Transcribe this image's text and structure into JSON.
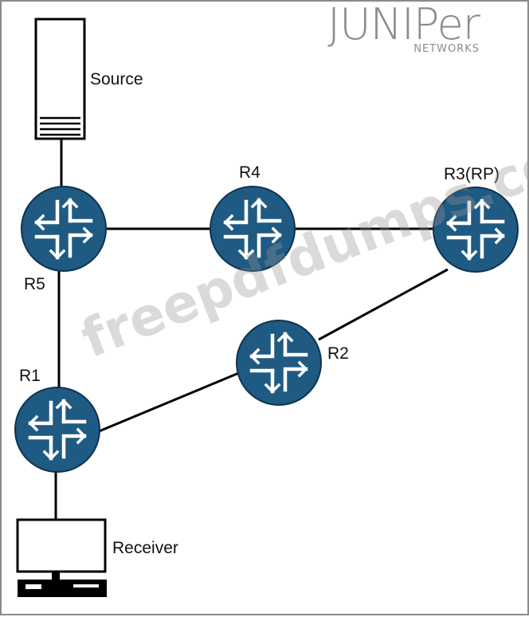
{
  "logo": {
    "brand": "JUNIPer",
    "sub": "NETWORKS"
  },
  "watermark": "freepdfdumps.com",
  "nodes": {
    "source": "Source",
    "receiver": "Receiver",
    "r1": "R1",
    "r2": "R2",
    "r3": "R3(RP)",
    "r4": "R4",
    "r5": "R5"
  },
  "colors": {
    "router": "#1f5a83",
    "link": "#000000"
  }
}
